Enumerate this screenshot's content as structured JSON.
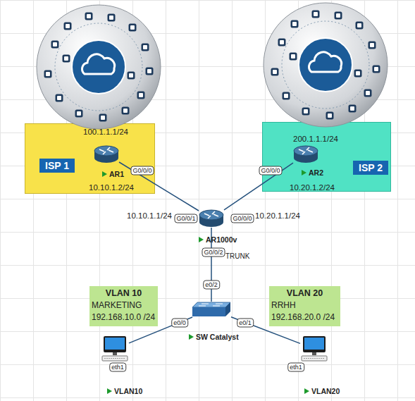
{
  "diagram": {
    "nodes": [
      {
        "text": [
          "100.1.1.1/24",
          "ISP 1",
          "10.10.1.2/24"
        ]
      },
      {
        "text": [
          "AR1"
        ],
        "in": 0
      },
      {
        "text": [
          "200.1.1.1/24",
          "ISP 2",
          "10.20.1.2/24"
        ]
      },
      {
        "text": [
          "AR2"
        ],
        "in": 2
      },
      {
        "text": [
          "AR1000v"
        ]
      },
      {
        "text": [
          "VLAN 10",
          "MARKETING",
          "192.168.10.0 /24"
        ]
      },
      {
        "text": [
          "SW Catalyst"
        ]
      },
      {
        "text": [
          "VLAN 20",
          "RRHH",
          "192.168.20.0 /24"
        ]
      },
      {
        "text": [
          "VLAN10"
        ]
      },
      {
        "text": [
          "VLAN20"
        ]
      }
    ],
    "edges": [
      {
        "from": 1,
        "to": 4,
        "arrow": "none"
      },
      {
        "from": 3,
        "to": 4,
        "arrow": "none"
      },
      {
        "from": 4,
        "to": 6,
        "arrow": "none"
      },
      {
        "from": 6,
        "to": 8,
        "arrow": "none"
      },
      {
        "from": 6,
        "to": 9,
        "arrow": "none"
      }
    ],
    "labels": [
      "G0/0/0",
      "G0/0/0",
      "10.10.1.1/24",
      "G0/0/1",
      "G0/0/0",
      "10.20.1.1/24",
      "G0/0/2",
      "TRUNK",
      "e0/2",
      "e0/0",
      "e0/1",
      "eth1",
      "eth1"
    ]
  }
}
